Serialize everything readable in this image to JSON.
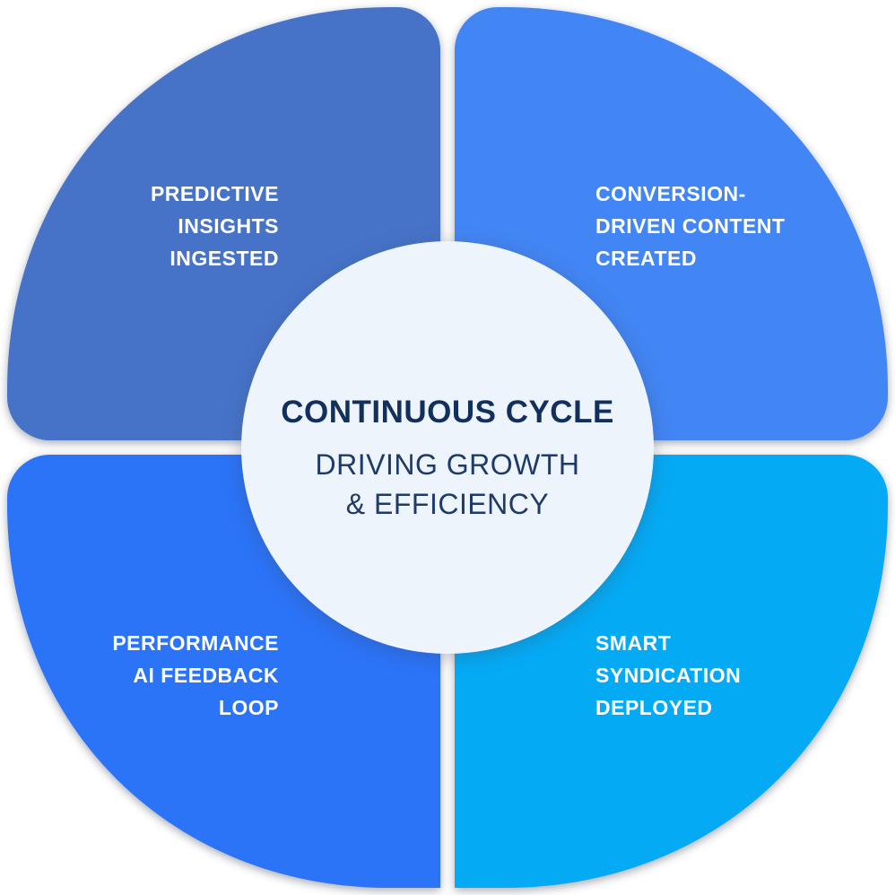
{
  "diagram": {
    "title_semantic": "continuous-cycle-infographic",
    "center": {
      "title": "CONTINUOUS CYCLE",
      "subtitle_line1": "DRIVING GROWTH",
      "subtitle_line2": "& EFFICIENCY",
      "circle_color": "#edf4fc",
      "title_color": "#12305e",
      "subtitle_color": "#1e3a69"
    },
    "label_text_color": "#ffffff",
    "quadrants": [
      {
        "id": "top-left",
        "color": "#4673c8",
        "align": "right",
        "lines": [
          "PREDICTIVE",
          "INSIGHTS",
          "INGESTED"
        ]
      },
      {
        "id": "top-right",
        "color": "#4285f4",
        "align": "left",
        "lines": [
          "CONVERSION-",
          "DRIVEN CONTENT",
          "CREATED"
        ]
      },
      {
        "id": "bottom-left",
        "color": "#2b73f7",
        "align": "right",
        "lines": [
          "PERFORMANCE",
          "AI FEEDBACK",
          "LOOP"
        ]
      },
      {
        "id": "bottom-right",
        "color": "#05aaf5",
        "align": "left",
        "lines": [
          "SMART",
          "SYNDICATION",
          "DEPLOYED"
        ]
      }
    ]
  }
}
